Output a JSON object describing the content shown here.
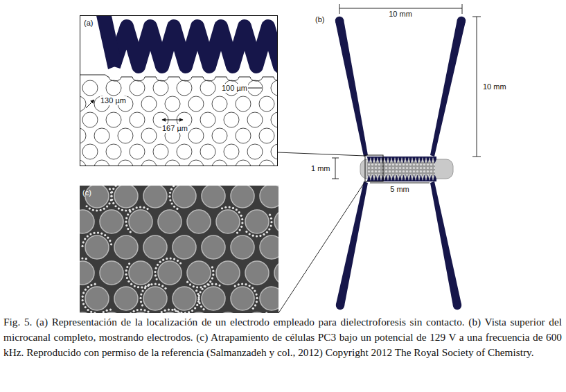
{
  "diagram": {
    "caption": "Fig. 5. (a) Representación de la localización de un electrodo empleado para dielectroforesis sin contacto. (b) Vista superior del microcanal completo, mostrando electrodos. (c) Atrapamiento de células PC3 bajo un potencial de 129 V a una frecuencia de 600 kHz. Reproducido con permiso de la referencia (Salmanzadeh y col., 2012) Copyright 2012 The Royal Society of Chemistry.",
    "nodes": [
      {
        "text": [
          "(a)",
          "130 µm",
          "100 µm",
          "167 µm"
        ]
      },
      {
        "text": [
          "(c)"
        ]
      }
    ],
    "labels": [
      "(b)",
      "10 mm",
      "10 mm",
      "1 mm",
      "5 mm"
    ]
  }
}
